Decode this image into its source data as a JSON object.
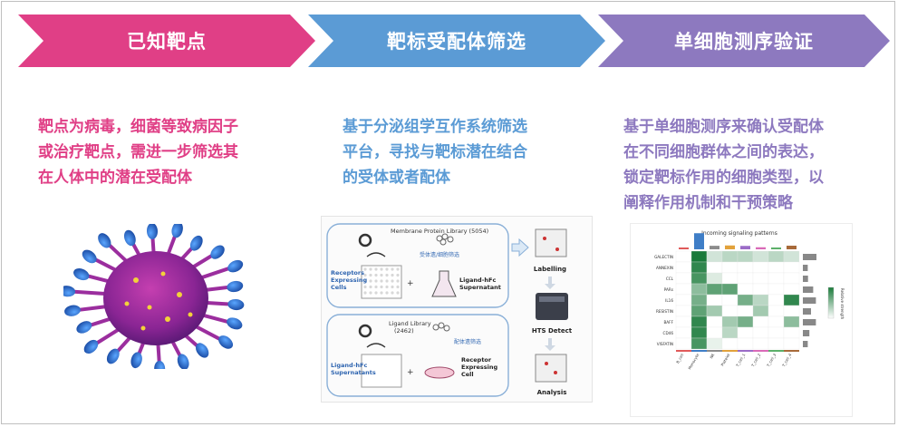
{
  "steps": [
    {
      "title": "已知靶点",
      "color": "#e03f86",
      "desc_lines": [
        "靶点为病毒，细菌等致病因子",
        "或治疗靶点，需进一步筛选其",
        "在人体中的潜在受配体"
      ]
    },
    {
      "title": "靶标受配体筛选",
      "color": "#5b9bd5",
      "desc_lines": [
        "基于分泌组学互作系统筛选",
        "平台，寻找与靶标潜在结合",
        "的受体或者配体"
      ]
    },
    {
      "title": "单细胞测序验证",
      "color": "#8d79bf",
      "desc_lines": [
        "基于单细胞测序来确认受配体",
        "在不同细胞群体之间的表达，",
        "锁定靶标作用的细胞类型，以",
        "阐释作用机制和干预策略"
      ]
    }
  ],
  "screening": {
    "membrane_library": "Membrane Protein\nLibrary (5054)",
    "receptor_screen": "受体遗/细胞筛选",
    "receptors_cells": "Receptors\nExpressing\nCells",
    "ligand_supernatant": "Ligand-hFc\nSupernatant",
    "ligand_library": "Ligand Library\n(2462)",
    "ligand_screen": "配体遗筛选",
    "ligand_supernatants": "Ligand-hFc\nSupernatants",
    "receptor_expressing_cell": "Receptor\nExpressing\nCell",
    "labelling": "Labelling",
    "hts_detect": "HTS Detect",
    "analysis": "Analysis"
  },
  "heatmap": {
    "title": "Incoming signaling patterns",
    "rows": [
      "GALECTIN",
      "ANNEXIN",
      "CCL",
      "PARs",
      "IL16",
      "RESISTIN",
      "BAFF",
      "CD46",
      "VISFATIN"
    ],
    "cols": [
      "B_cell",
      "Monocyte",
      "NK",
      "Platelet",
      "T_cell_1",
      "T_cell_2",
      "T_cell_3",
      "T_cell_4"
    ],
    "values": [
      [
        0,
        1.0,
        0.2,
        0.3,
        0.3,
        0.2,
        0.3,
        0.2
      ],
      [
        0,
        0.9,
        0,
        0,
        0,
        0,
        0,
        0
      ],
      [
        0,
        0.8,
        0.15,
        0,
        0,
        0,
        0,
        0
      ],
      [
        0,
        0.5,
        0.7,
        0.7,
        0,
        0,
        0,
        0
      ],
      [
        0,
        0.6,
        0,
        0,
        0.6,
        0.3,
        0,
        0.9
      ],
      [
        0,
        0.7,
        0.4,
        0,
        0,
        0.4,
        0,
        0
      ],
      [
        0,
        0.9,
        0,
        0.4,
        0.6,
        0,
        0,
        0.5
      ],
      [
        0,
        0.9,
        0,
        0.3,
        0,
        0,
        0,
        0
      ],
      [
        0,
        0.8,
        0.1,
        0,
        0,
        0,
        0,
        0
      ]
    ],
    "legend_label": "Relative strength"
  },
  "colors": {
    "pink": "#e03f86",
    "blue": "#5b9bd5",
    "purple": "#8d79bf",
    "heat": "#1a7a3a"
  }
}
